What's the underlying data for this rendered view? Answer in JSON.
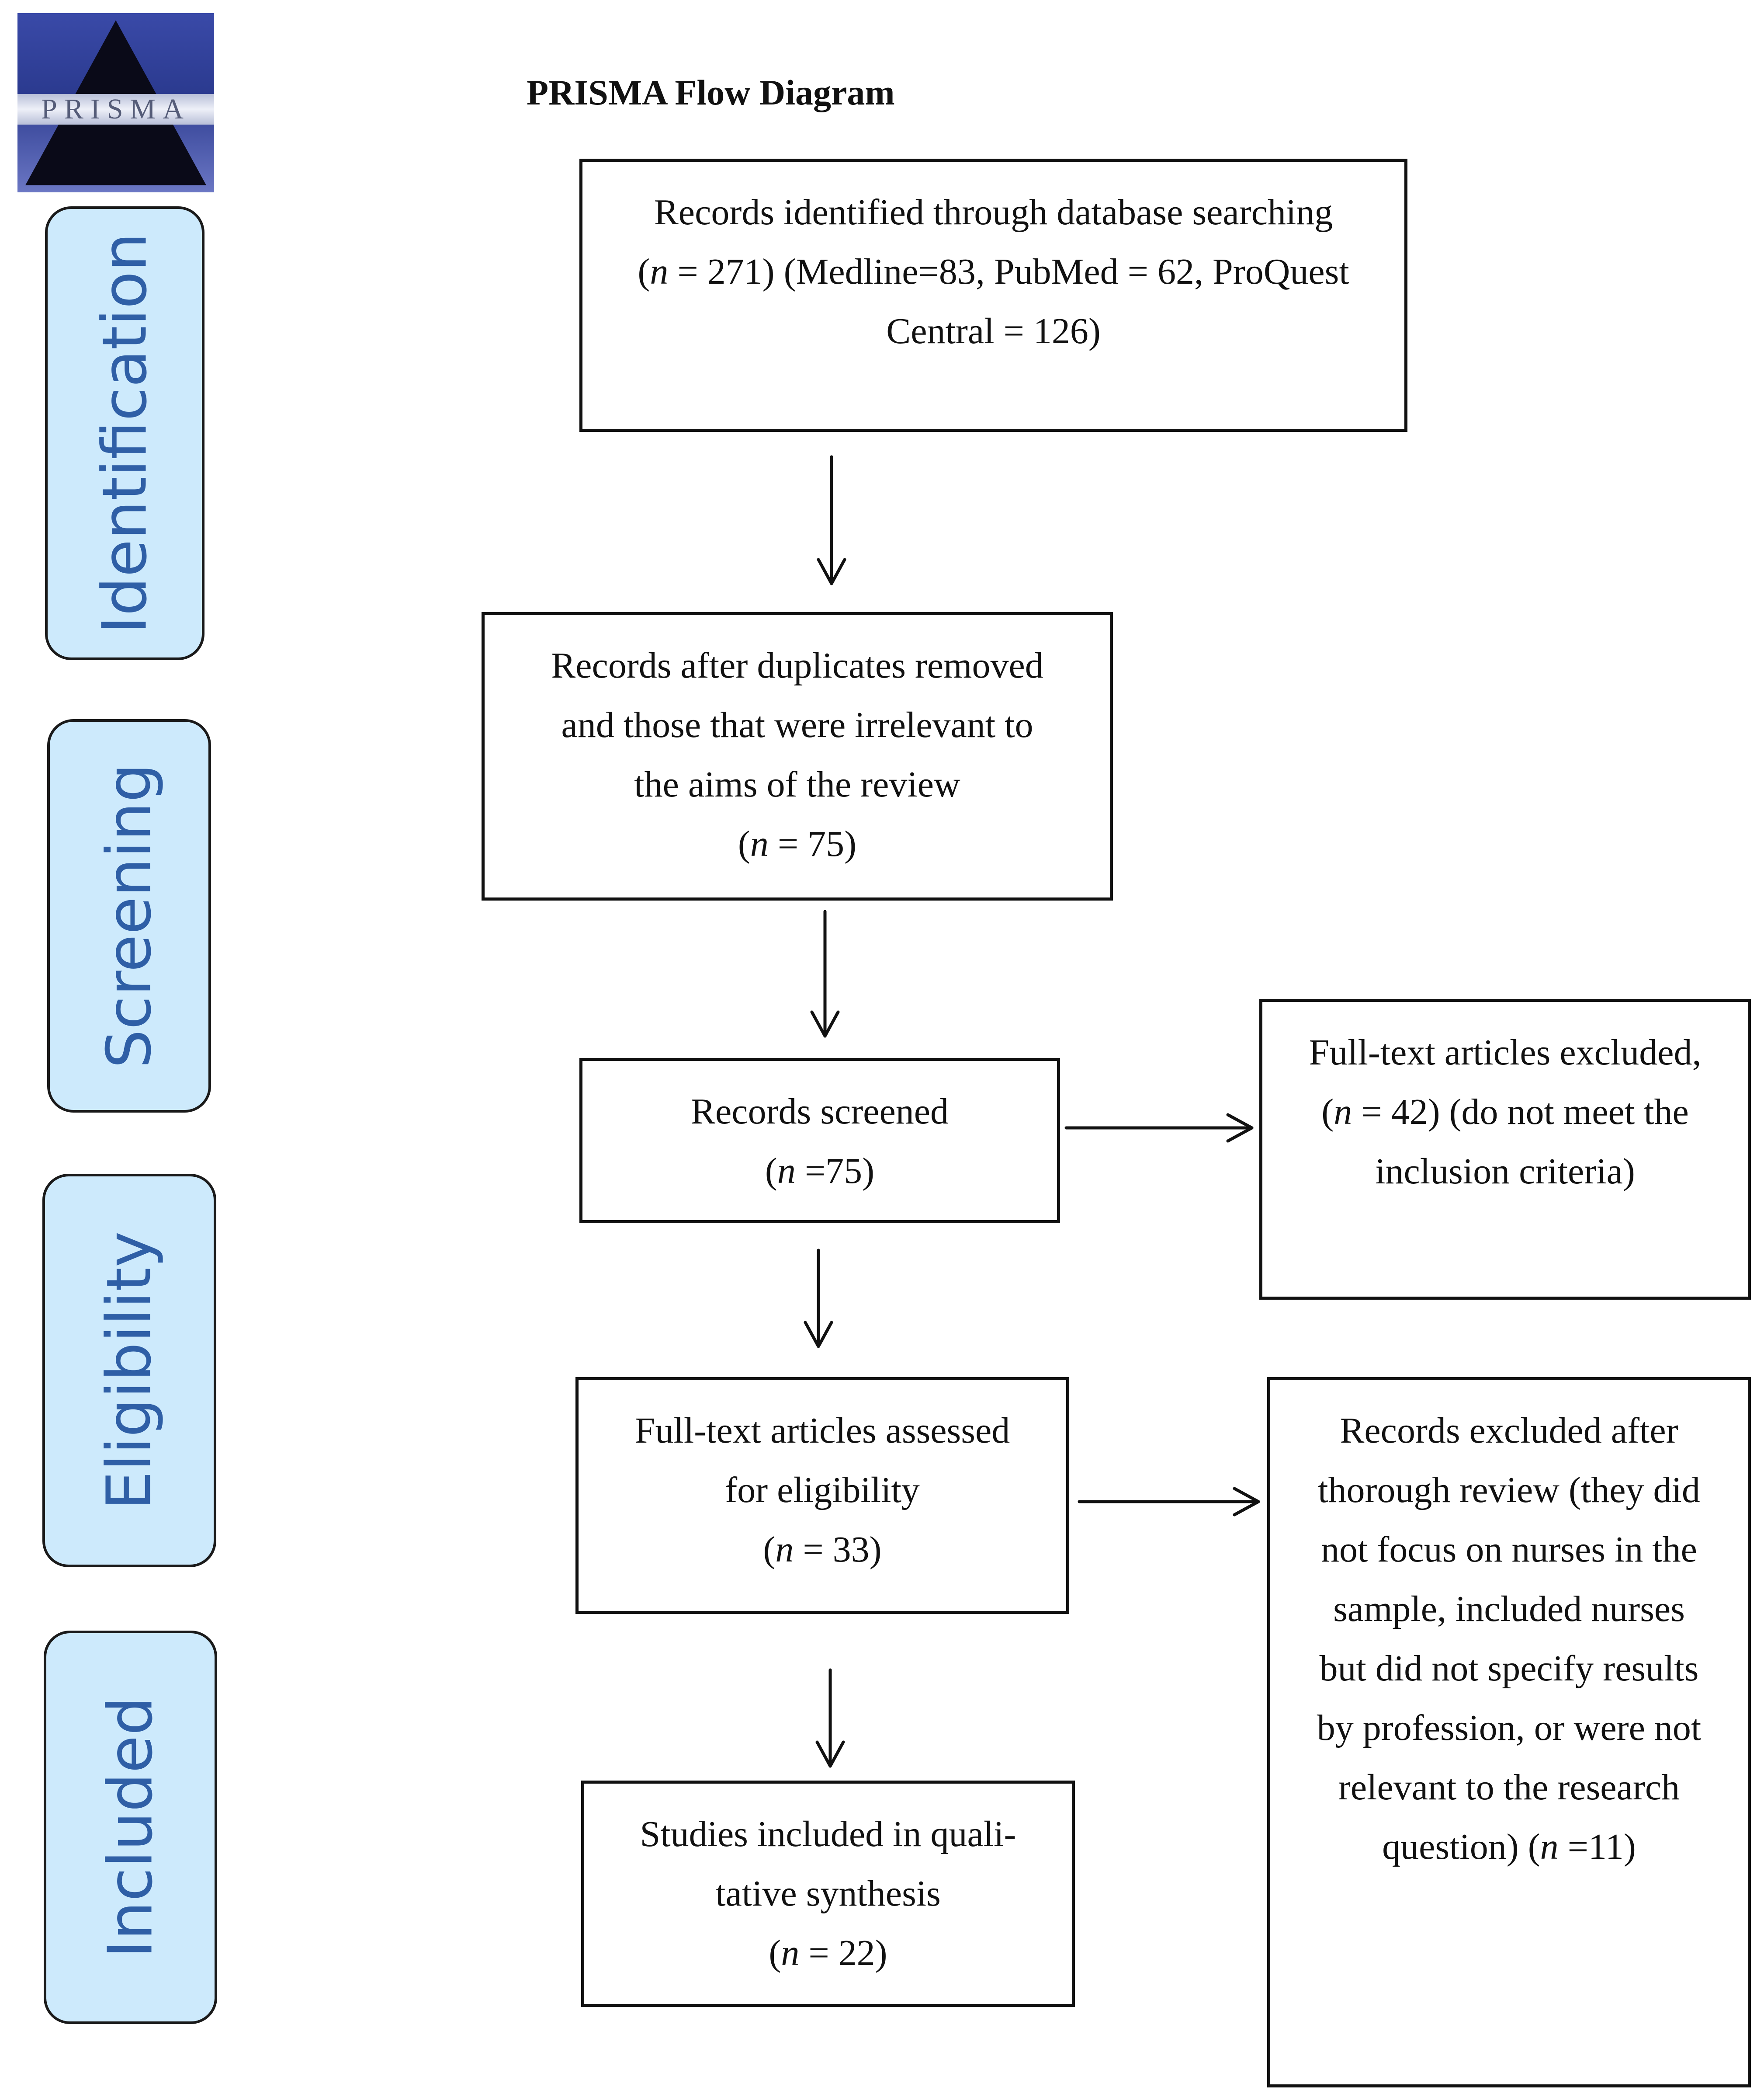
{
  "title": "PRISMA Flow Diagram",
  "logo_text": "PRISMA",
  "phases": [
    {
      "id": "identification",
      "label": "Identification"
    },
    {
      "id": "screening",
      "label": "Screening"
    },
    {
      "id": "eligibility",
      "label": "Eligibility"
    },
    {
      "id": "included",
      "label": "Included"
    }
  ],
  "boxes": {
    "identified": {
      "lines": [
        "Records identified through database searching"
      ],
      "n_prefix": "(",
      "n_text": " = 271) (Medline=83, PubMed = 62, ProQuest",
      "tail": [
        "Central = 126)"
      ]
    },
    "after_duplicates": {
      "lines": [
        "Records after duplicates removed",
        "and those that were irrelevant to",
        "the aims of the review"
      ],
      "n_prefix": "(",
      "n_text": " = 75)"
    },
    "screened": {
      "lines": [
        "Records screened"
      ],
      "n_prefix": "(",
      "n_text": " =75)"
    },
    "excluded_fulltext": {
      "lines": [
        "Full-text articles excluded,"
      ],
      "n_prefix": "(",
      "n_text": " = 42) (do not meet the",
      "tail": [
        "inclusion criteria)"
      ]
    },
    "assessed": {
      "lines": [
        "Full-text articles assessed",
        "for eligibility"
      ],
      "n_prefix": "(",
      "n_text": " = 33)"
    },
    "excluded_review": {
      "lines": [
        "Records excluded after",
        "thorough review (they did",
        "not focus on nurses in the",
        "sample, included nurses",
        "but did not specify results",
        "by profession, or were not",
        "relevant to the research"
      ],
      "n_prefix": "question) (",
      "n_text": " =11)"
    },
    "included": {
      "lines": [
        "Studies included in quali-",
        "tative synthesis"
      ],
      "n_prefix": "(",
      "n_text": " = 22)"
    }
  },
  "n_symbol": "n",
  "colors": {
    "phase_fill": "#cdeafc",
    "phase_text": "#2f5fa6",
    "border": "#111111"
  }
}
